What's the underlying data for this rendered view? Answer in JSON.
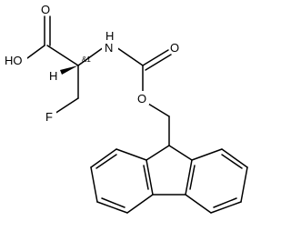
{
  "molecule": {
    "atoms": {
      "hydroxyl": "HO",
      "carbonyl_o_acid": "O",
      "amide_n": "H",
      "amide_n_label": "N",
      "stereo_h": "H",
      "stereo_flag": "&1",
      "fluorine": "F",
      "carbonyl_o_carbamate": "O",
      "ester_o": "O"
    }
  }
}
